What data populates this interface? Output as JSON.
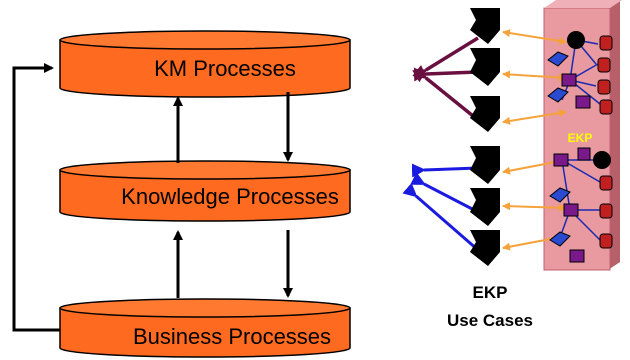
{
  "processes": {
    "km": "KM Processes",
    "knowledge": "Knowledge Processes",
    "business": "Business Processes"
  },
  "ekp": {
    "panel_label": "EKP",
    "caption_line1": "EKP",
    "caption_line2": "Use Cases"
  },
  "colors": {
    "disk_fill": "#ff6a21",
    "disk_shadow": "#c7481a",
    "panel_fill": "#e89aa0",
    "panel_shadow": "#b8606a",
    "arrow_maroon": "#6a1040",
    "arrow_blue": "#1a1ae0",
    "arrow_orange": "#f5a23a",
    "node_purple": "#7a1a8a",
    "node_blue": "#2a4ad0"
  }
}
